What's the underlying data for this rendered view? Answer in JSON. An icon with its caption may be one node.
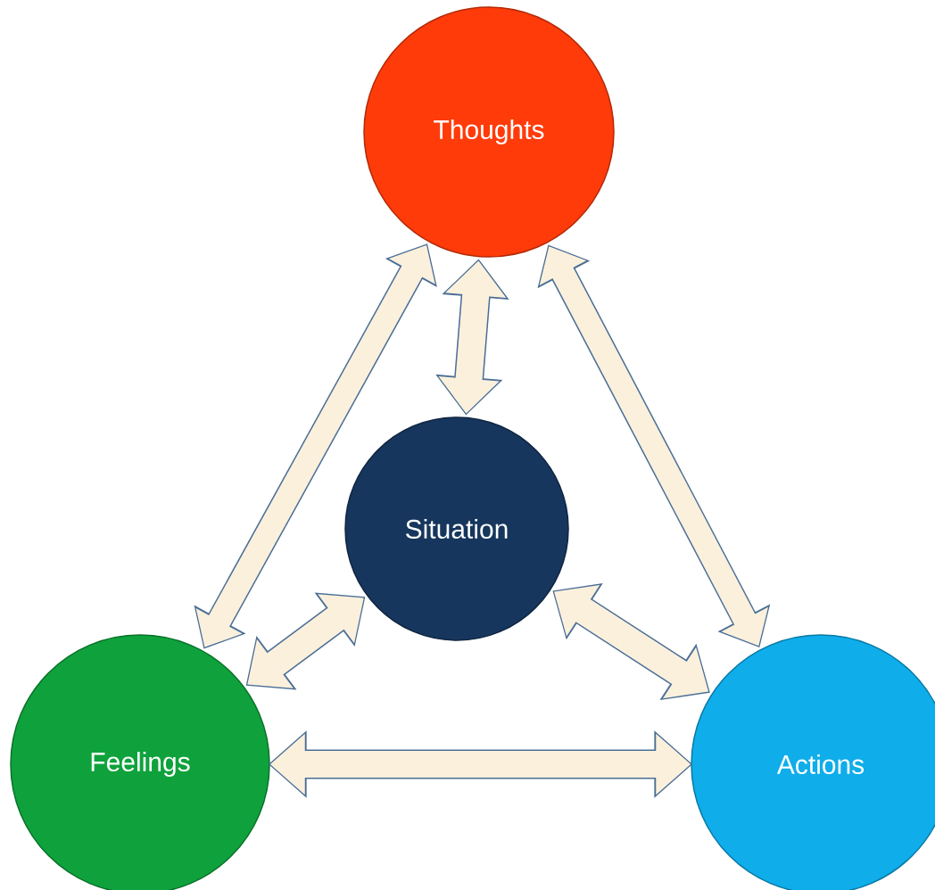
{
  "diagram": {
    "nodes": [
      {
        "text": [
          "Thoughts"
        ]
      },
      {
        "text": [
          "Situation"
        ]
      },
      {
        "text": [
          "Feelings"
        ]
      },
      {
        "text": [
          "Actions"
        ]
      }
    ],
    "edges": [
      {
        "from": 0,
        "to": 2,
        "arrow": "both"
      },
      {
        "from": 0,
        "to": 1,
        "arrow": "both"
      },
      {
        "from": 0,
        "to": 3,
        "arrow": "both"
      },
      {
        "from": 1,
        "to": 2,
        "arrow": "both"
      },
      {
        "from": 1,
        "to": 3,
        "arrow": "both"
      },
      {
        "from": 2,
        "to": 3,
        "arrow": "both"
      }
    ]
  }
}
